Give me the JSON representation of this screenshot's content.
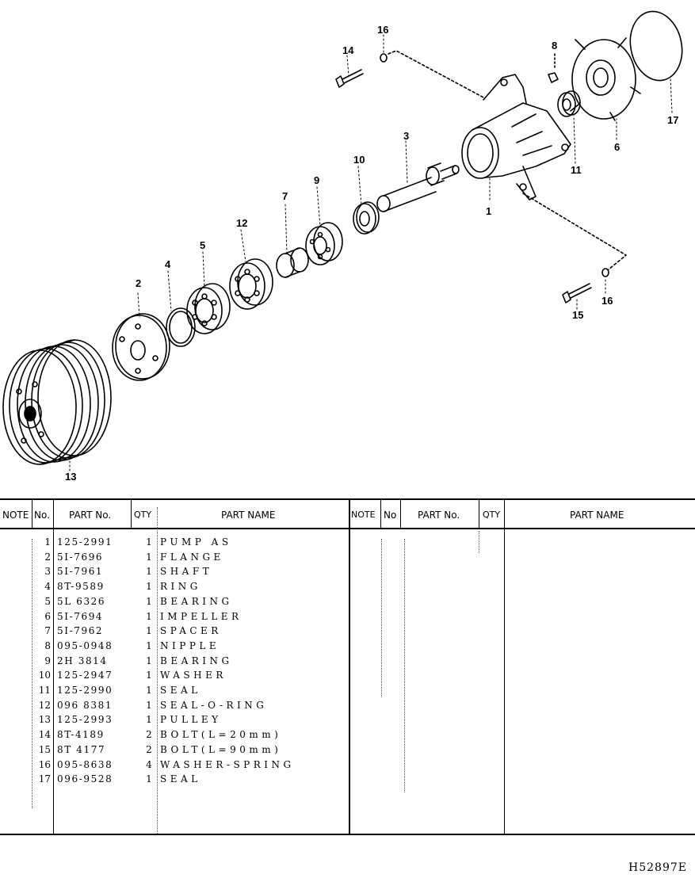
{
  "diagram": {
    "callouts": [
      "1",
      "2",
      "3",
      "4",
      "5",
      "6",
      "7",
      "8",
      "9",
      "10",
      "11",
      "12",
      "13",
      "14",
      "15",
      "16",
      "16",
      "17"
    ]
  },
  "table": {
    "headers": {
      "left": {
        "note": "NOTE",
        "no": "No.",
        "part_no": "PART No.",
        "qty": "QTY",
        "part_name": "PART NAME"
      },
      "right": {
        "note": "NOTE",
        "no": "No",
        "part_no": "PART No.",
        "qty": "QTY",
        "part_name": "PART NAME"
      }
    },
    "rows": [
      {
        "no": "1",
        "part_no": "125-2991",
        "qty": "1",
        "name": "PUMP AS"
      },
      {
        "no": "2",
        "part_no": "5I-7696",
        "qty": "1",
        "name": "FLANGE"
      },
      {
        "no": "3",
        "part_no": "5I-7961",
        "qty": "1",
        "name": "SHAFT"
      },
      {
        "no": "4",
        "part_no": "8T-9589",
        "qty": "1",
        "name": "RING"
      },
      {
        "no": "5",
        "part_no": "5L 6326",
        "qty": "1",
        "name": "BEARING"
      },
      {
        "no": "6",
        "part_no": "5I-7694",
        "qty": "1",
        "name": "IMPELLER"
      },
      {
        "no": "7",
        "part_no": "5I-7962",
        "qty": "1",
        "name": "SPACER"
      },
      {
        "no": "8",
        "part_no": "095-0948",
        "qty": "1",
        "name": "NIPPLE"
      },
      {
        "no": "9",
        "part_no": "2H 3814",
        "qty": "1",
        "name": "BEARING"
      },
      {
        "no": "10",
        "part_no": "125-2947",
        "qty": "1",
        "name": "WASHER"
      },
      {
        "no": "11",
        "part_no": "125-2990",
        "qty": "1",
        "name": "SEAL"
      },
      {
        "no": "12",
        "part_no": "096 8381",
        "qty": "1",
        "name": "SEAL-O-RING"
      },
      {
        "no": "13",
        "part_no": "125-2993",
        "qty": "1",
        "name": "PULLEY"
      },
      {
        "no": "14",
        "part_no": "8T-4189",
        "qty": "2",
        "name": "BOLT(L=20mm)"
      },
      {
        "no": "15",
        "part_no": "8T 4177",
        "qty": "2",
        "name": "BOLT(L=90mm)"
      },
      {
        "no": "16",
        "part_no": "095-8638",
        "qty": "4",
        "name": "WASHER-SPRING"
      },
      {
        "no": "17",
        "part_no": "096-9528",
        "qty": "1",
        "name": "SEAL"
      }
    ]
  },
  "doc_code": "H52897E"
}
